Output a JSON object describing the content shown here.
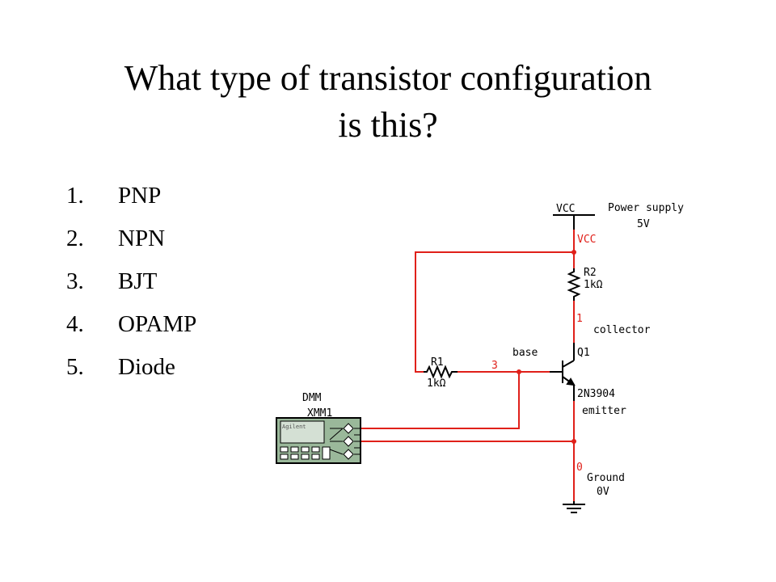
{
  "slide": {
    "title_line1": "What type of transistor configuration",
    "title_line2": "is this?",
    "options": [
      {
        "number": "1.",
        "label": "PNP"
      },
      {
        "number": "2.",
        "label": "NPN"
      },
      {
        "number": "3.",
        "label": "BJT"
      },
      {
        "number": "4.",
        "label": "OPAMP"
      },
      {
        "number": "5.",
        "label": "Diode"
      }
    ]
  },
  "circuit": {
    "vcc_supply_label": "VCC",
    "power_supply_label": "Power supply",
    "power_supply_value": "5V",
    "vcc_net_label": "VCC",
    "r2_name": "R2",
    "r2_value": "1kΩ",
    "collector_net_number": "1",
    "collector_label": "collector",
    "base_label": "base",
    "q1_name": "Q1",
    "r1_name": "R1",
    "r1_value": "1kΩ",
    "base_net_number": "3",
    "q1_part": "2N3904",
    "emitter_label": "emitter",
    "dmm_label": "DMM",
    "dmm_ref": "XMM1",
    "dmm_brand": "Agilent",
    "ground_net_number": "0",
    "ground_label": "Ground",
    "ground_value": "0V",
    "colors": {
      "wire": "#e0201a",
      "component": "#000000",
      "dmm_body": "#9ab89a"
    }
  }
}
